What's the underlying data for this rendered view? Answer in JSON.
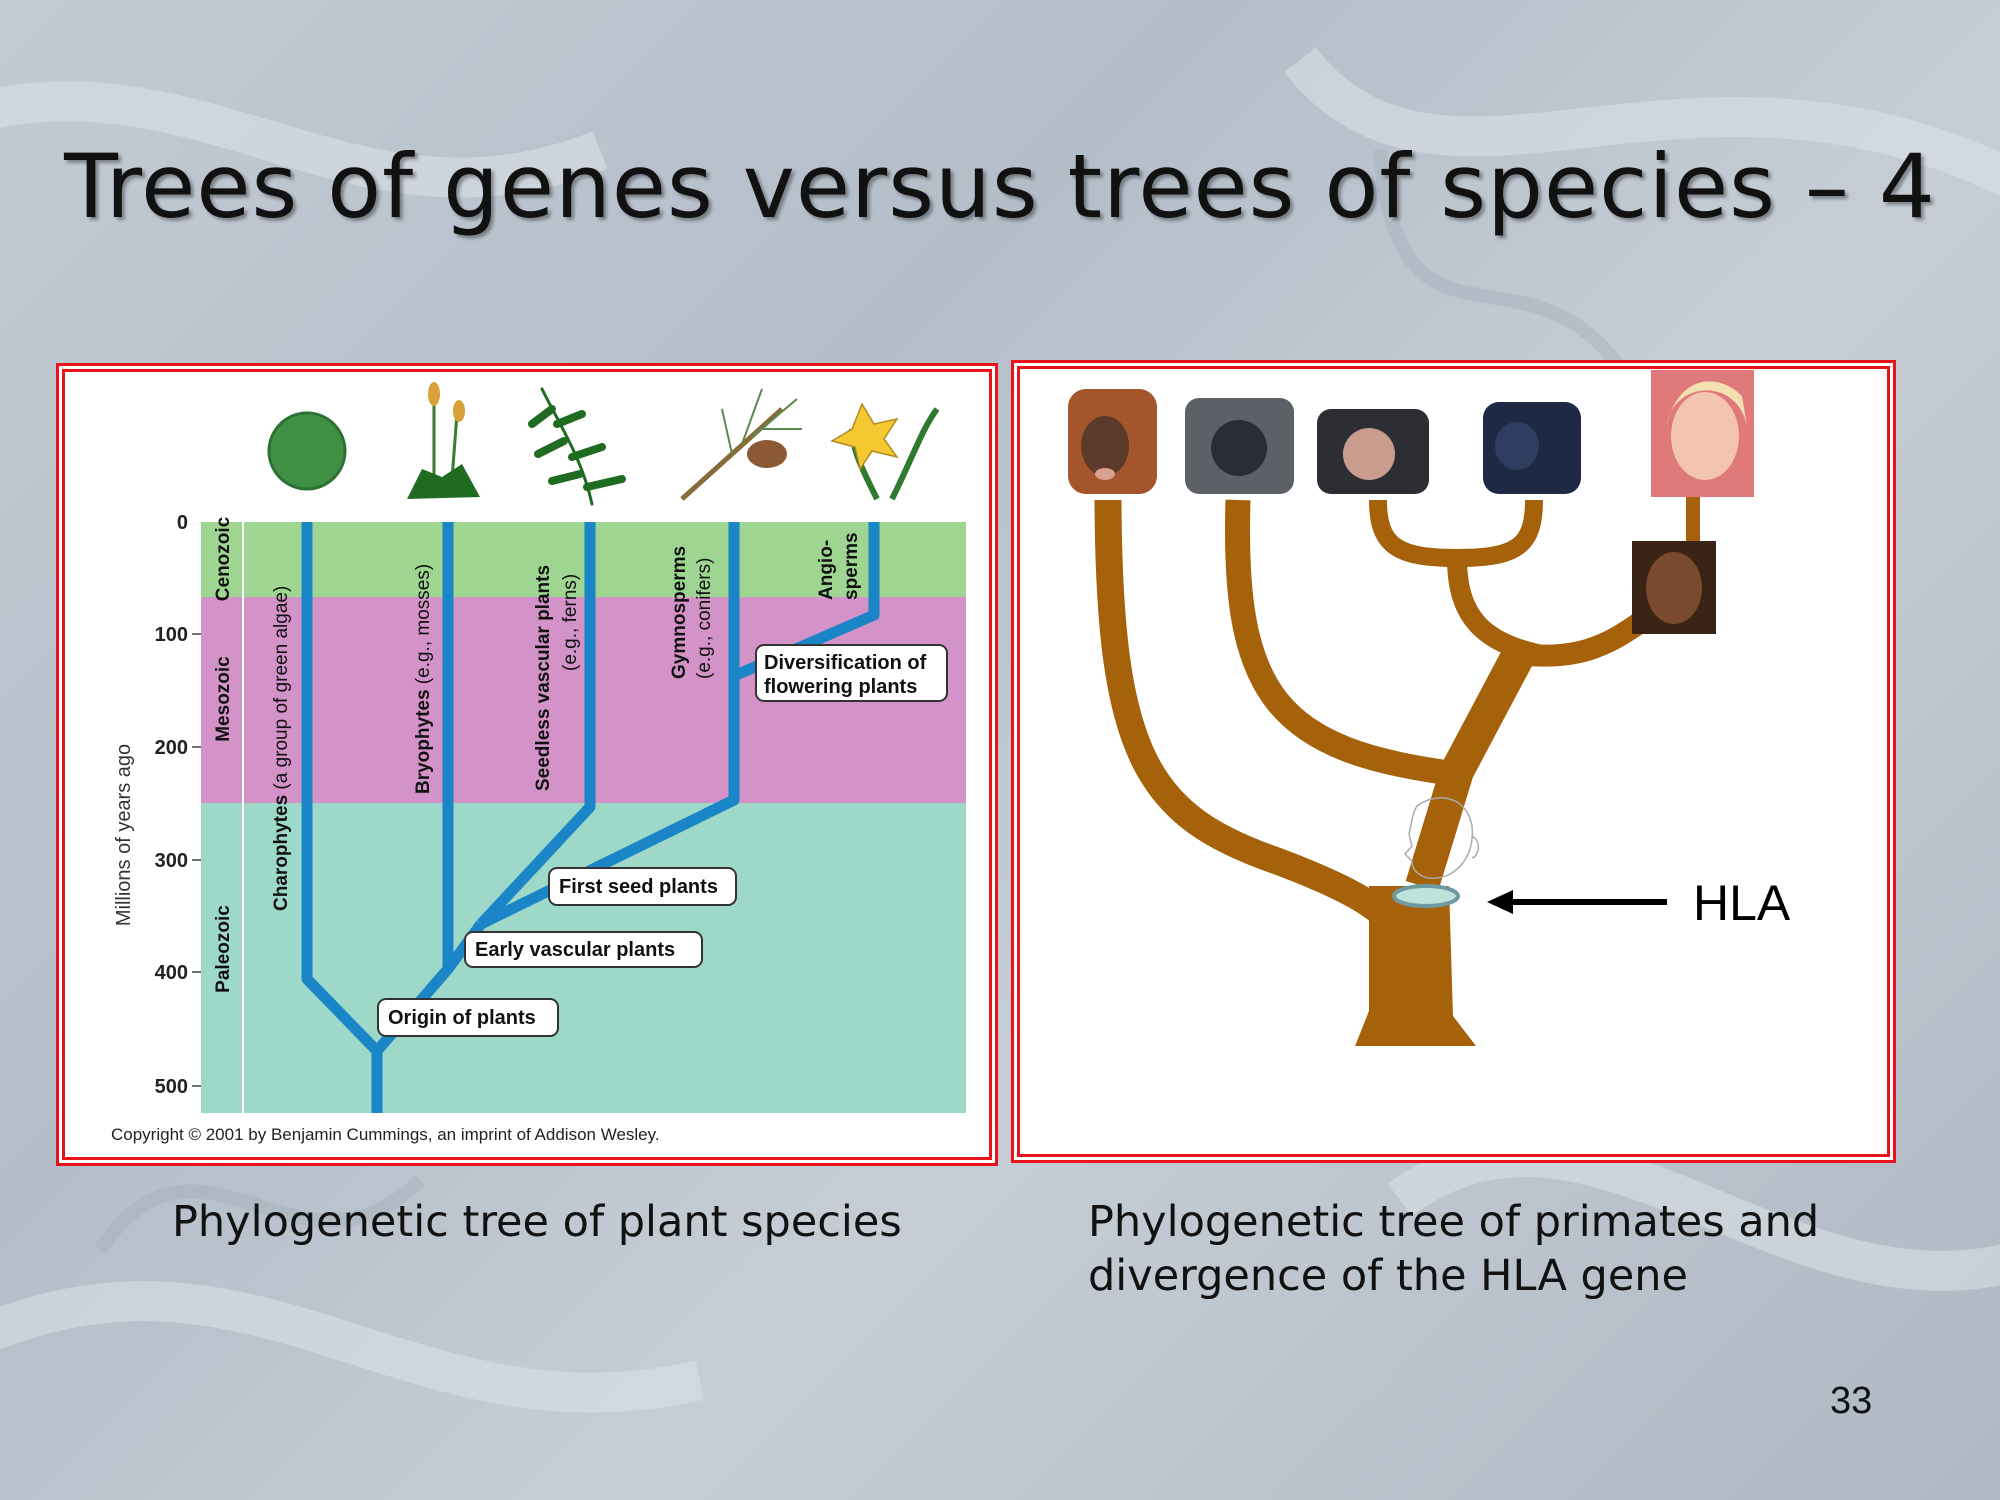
{
  "slide": {
    "title": "Trees of genes versus trees of species – 4",
    "page_number": "33"
  },
  "plant_tree": {
    "caption": "Phylogenetic tree of plant species",
    "y_axis_label": "Millions of years ago",
    "y_ticks": [
      "0",
      "100",
      "200",
      "300",
      "400",
      "500"
    ],
    "eras": [
      "Cenozoic",
      "Mesozoic",
      "Paleozoic"
    ],
    "lineages": {
      "charophytes_bold": "Charophytes",
      "charophytes_note": " (a group of green algae)",
      "bryophytes_bold": "Bryophytes",
      "bryophytes_note": " (e.g., mosses)",
      "seedless_bold": "Seedless vascular plants",
      "seedless_note": "(e.g., ferns)",
      "gymno_bold": "Gymnosperms",
      "gymno_note": "(e.g., conifers)",
      "angio_1": "Angio-",
      "angio_2": "sperms"
    },
    "callouts": {
      "diversification_1": "Diversification of",
      "diversification_2": "flowering plants",
      "first_seed": "First seed plants",
      "early_vascular": "Early vascular plants",
      "origin": "Origin of plants"
    },
    "copyright": "Copyright © 2001 by Benjamin Cummings, an imprint of Addison Wesley.",
    "colors": {
      "cenozoic": "#9ed591",
      "mesozoic": "#d392c8",
      "paleozoic": "#9ed8c8",
      "branch": "#1a86c8"
    }
  },
  "primate_tree": {
    "caption": "Phylogenetic tree of primates and divergence of the HLA gene",
    "hla_label": "HLA",
    "colors": {
      "branch": "#a5620a",
      "hla_ring": "#bfe3da"
    }
  }
}
